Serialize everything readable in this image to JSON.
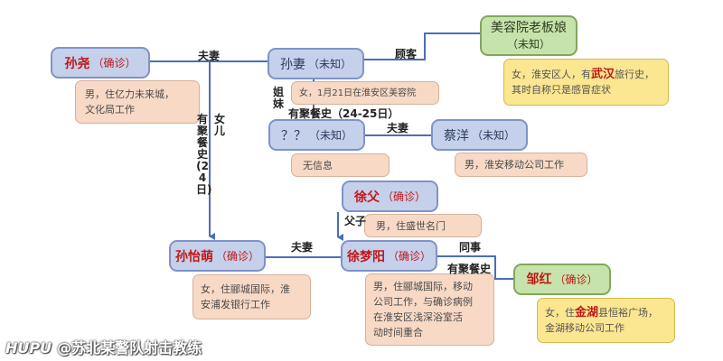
{
  "nodes": {
    "sun_yao": {
      "name": "孙尧",
      "status": "（确诊）"
    },
    "sun_wife": {
      "name": "孙妻",
      "status": "（未知）"
    },
    "salon_owner": {
      "name": "美容院老板娘",
      "status": "（未知）"
    },
    "unknown": {
      "name": "？？",
      "status": "（未知）"
    },
    "cai_yang": {
      "name": "蔡洋",
      "status": "（未知）"
    },
    "xu_father": {
      "name": "徐父",
      "status": "（确诊）"
    },
    "sun_yimeng": {
      "name": "孙怡萌",
      "status": "（确诊）"
    },
    "xu_mengyang": {
      "name": "徐梦阳",
      "status": "（确诊）"
    },
    "zou_hong": {
      "name": "邹红",
      "status": "（确诊）"
    }
  },
  "info": {
    "sun_yao": [
      "男，住亿力未来城，",
      "文化局工作"
    ],
    "sun_wife": "女，1月21日在淮安区美容院",
    "salon_owner": {
      "prefix": "女，淮安区人，有",
      "highlight": "武汉",
      "suffix": "旅行史，",
      "line2": "其时自称只是感冒症状"
    },
    "unknown": "无信息",
    "cai_yang": "男，淮安移动公司工作",
    "xu_father": "男，住盛世名门",
    "sun_yimeng": [
      "女，住郦城国际，淮",
      "安浦发银行工作"
    ],
    "xu_mengyang": [
      "男，住郦城国际，移动",
      "公司工作，与确诊病例",
      "在淮安区浅深浴室活",
      "动时间重合"
    ],
    "zou_hong": {
      "prefix": "女，住",
      "highlight": "金湖",
      "suffix": "县恒裕广场，",
      "line2": "金湖移动公司工作"
    }
  },
  "relations": {
    "husband_wife_1": "夫妻",
    "customer": "顾客",
    "sisters": "姐妹",
    "dinner_1": "有聚餐史（24-25日）",
    "husband_wife_2": "夫妻",
    "daughter": "女儿",
    "dinner_2": "有聚餐史(24日)",
    "father_son": "父子",
    "husband_wife_3": "夫妻",
    "colleague": "同事",
    "dinner_3": "有聚餐史"
  },
  "watermark": {
    "brand": "HUPU",
    "handle": "@苏北某警队射击教练"
  },
  "colors": {
    "connector": "#4a6fb8",
    "confirmed": "#c01818",
    "node_fill": "#c5d0eb",
    "owner_fill": "#c7e3ac",
    "info_fill": "#f7d9c6",
    "highlight_fill": "#fbe691"
  }
}
